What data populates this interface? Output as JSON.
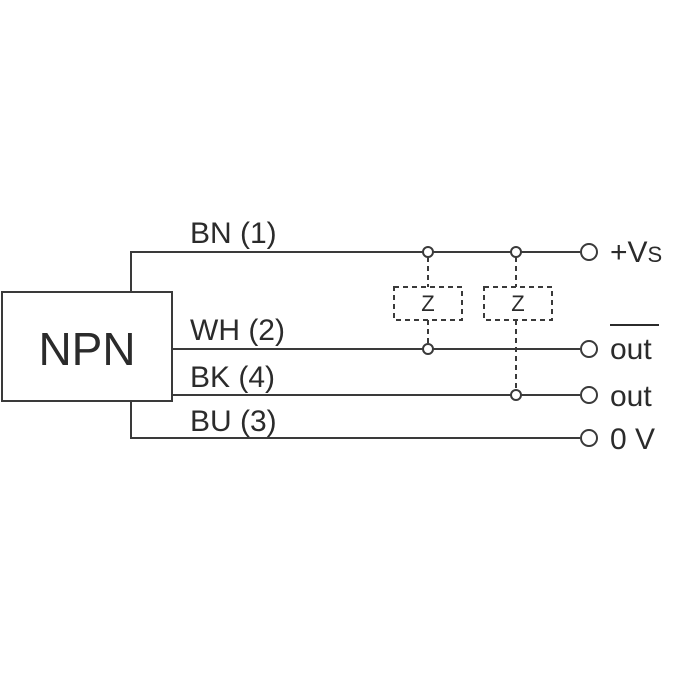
{
  "sensor": {
    "label": "NPN"
  },
  "wires": [
    {
      "id": "bn",
      "label": "BN (1)"
    },
    {
      "id": "wh",
      "label": "WH (2)"
    },
    {
      "id": "bk",
      "label": "BK (4)"
    },
    {
      "id": "bu",
      "label": "BU (3)"
    }
  ],
  "loads": [
    {
      "label": "Z"
    },
    {
      "label": "Z"
    }
  ],
  "terminals": [
    {
      "label": "+V",
      "sub": "S"
    },
    {
      "label": "out",
      "overline": true
    },
    {
      "label": "out"
    },
    {
      "label": "0 V"
    }
  ]
}
